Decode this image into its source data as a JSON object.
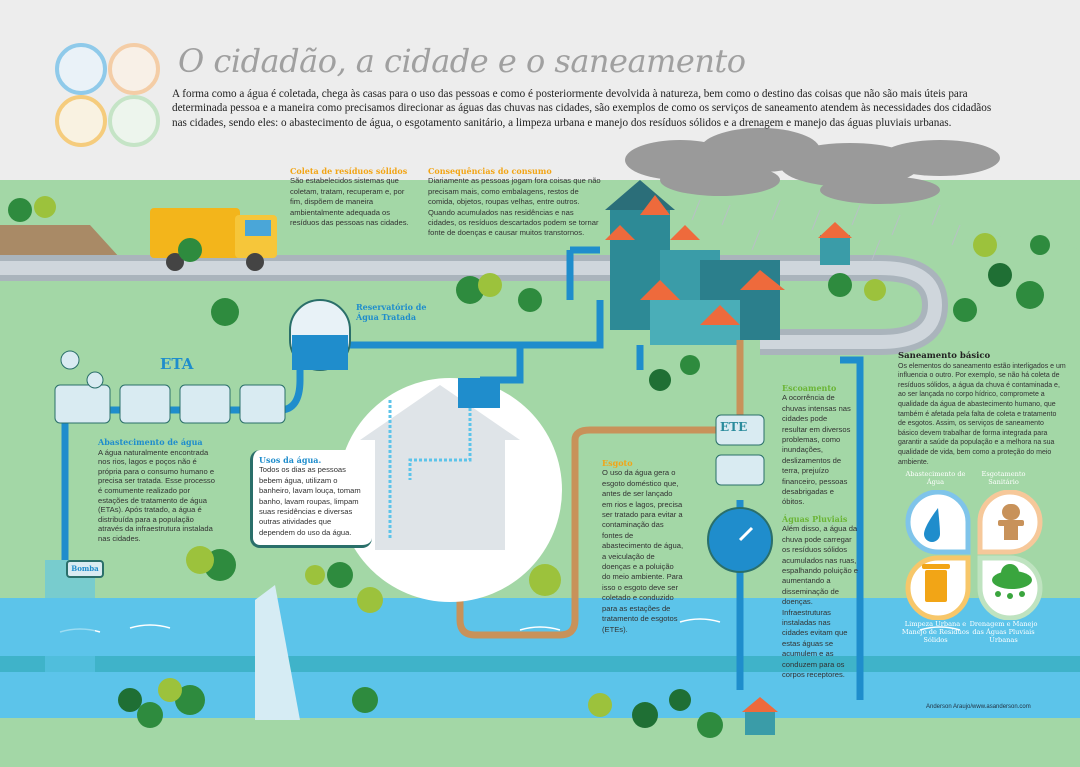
{
  "title": "O cidadão, a cidade e o saneamento",
  "intro": "A forma como a água é coletada, chega às casas para o uso das pessoas e como é posteriormente devolvida à natureza, bem como o destino das coisas que não são mais úteis para determinada pessoa e a maneira como precisamos direcionar as águas das chuvas nas cidades, são exemplos de como os serviços de saneamento atendem às necessidades dos cidadãos nas cidades, sendo eles: o abastecimento de água, o esgotamento sanitário, a limpeza urbana e manejo dos resíduos sólidos e a drenagem e manejo das águas pluviais urbanas.",
  "colors": {
    "background": "#ededed",
    "grass": "#a3d7a6",
    "water": "#5cc4ea",
    "pipe_clean": "#1f8dcc",
    "pipe_sewage": "#c8925a",
    "title": "#a0a0a0",
    "heading_orange": "#f2a516",
    "heading_blue": "#1f8dcc",
    "heading_green": "#6bb536"
  },
  "sections": {
    "coleta": {
      "heading": "Coleta de resíduos sólidos",
      "text": "São estabelecidos sistemas que coletam, tratam, recuperam e, por fim, dispõem de maneira ambientalmente adequada os resíduos das pessoas nas cidades."
    },
    "consequencias": {
      "heading": "Consequências do consumo",
      "text": "Diariamente as pessoas jogam fora coisas que não precisam mais, como embalagens, restos de comida, objetos, roupas velhas, entre outros. Quando acumulados nas residências e nas cidades, os resíduos descartados podem se tornar fonte de doenças e causar muitos transtornos."
    },
    "abastecimento": {
      "heading": "Abastecimento de água",
      "text": "A água naturalmente encontrada nos rios, lagos e poços não é própria para o consumo humano e precisa ser tratada. Esse processo é comumente realizado por estações de tratamento de água (ETAs). Após tratado, a água é distribuída para a população através da infraestrutura instalada nas cidades."
    },
    "usos": {
      "heading": "Usos da água.",
      "text": "Todos os dias as pessoas bebem água, utilizam o banheiro, lavam louça, tomam banho, lavam roupas, limpam suas residências e diversas outras atividades que dependem do uso da água."
    },
    "esgoto": {
      "heading": "Esgoto",
      "text": "O uso da água gera o esgoto doméstico que, antes de ser lançado em rios e lagos, precisa ser tratado para evitar a contaminação das fontes de abastecimento de água, a veiculação de doenças e a poluição do meio ambiente. Para isso o esgoto deve ser coletado e conduzido para as estações de tratamento de esgotos (ETEs)."
    },
    "escoamento": {
      "heading": "Escoamento",
      "text": "A ocorrência de chuvas intensas nas cidades pode resultar em diversos problemas, como inundações, deslizamentos de terra, prejuízo financeiro, pessoas desabrigadas e óbitos."
    },
    "pluviais": {
      "heading": "Águas Pluviais",
      "text": "Além disso, a água da chuva pode carregar os resíduos sólidos acumulados nas ruas, espalhando poluição e aumentando a disseminação de doenças. Infraestruturas instaladas nas cidades evitam que estas águas se acumulem e as conduzem para os corpos receptores."
    },
    "saneamento": {
      "heading": "Saneamento básico",
      "text": "Os elementos do saneamento estão interligados e um influencia o outro. Por exemplo, se não há coleta de resíduos sólidos, a água da chuva é contaminada e, ao ser lançada no corpo hídrico, compromete a qualidade da água de abastecimento humano, que também é afetada pela falta de coleta e tratamento de esgotos. Assim, os serviços de saneamento básico devem trabalhar de forma integrada para garantir a saúde da população e a melhora na sua qualidade de vida, bem como a proteção do meio ambiente."
    }
  },
  "labels": {
    "eta": "ETA",
    "ete": "ETE",
    "reservatorio": "Reservatório de Água Tratada",
    "bomba": "Bomba"
  },
  "pillars": [
    {
      "label": "Abastecimento de Água",
      "icon": "water-drop-icon",
      "color": "#7fc4ea"
    },
    {
      "label": "Esgotamento Sanitário",
      "icon": "toilet-icon",
      "color": "#f6c89a"
    },
    {
      "label": "Limpeza Urbana e Manejo de Resíduos Sólidos",
      "icon": "trash-can-icon",
      "color": "#f7c76a"
    },
    {
      "label": "Drenagem e Manejo das Águas Pluviais Urbanas",
      "icon": "rain-cloud-icon",
      "color": "#bfe3c0"
    }
  ],
  "credit": "Anderson Araujo/www.asanderson.com"
}
